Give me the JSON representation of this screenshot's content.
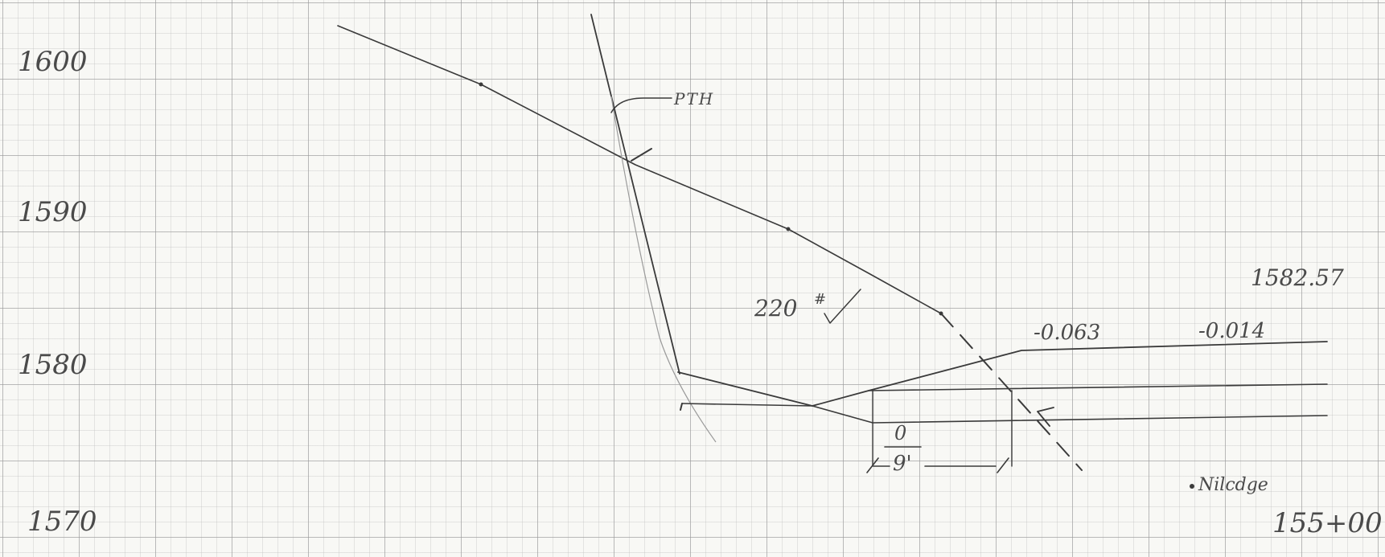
{
  "elevation_labels": [
    "1600",
    "1590",
    "1580",
    "1570"
  ],
  "pt_label": "PTH",
  "slope_label": "220",
  "slope_mark": "#",
  "grade_left": "-0.063",
  "grade_right": "-0.014",
  "elevation_note": "1582.57",
  "bottom_value": "0",
  "bottom_width": "9'",
  "note_text": "Nilcdge",
  "station": "155+00",
  "colors": {
    "ink": "#3a3a3a",
    "grid": "#969696",
    "paper": "#f8f8f5"
  }
}
